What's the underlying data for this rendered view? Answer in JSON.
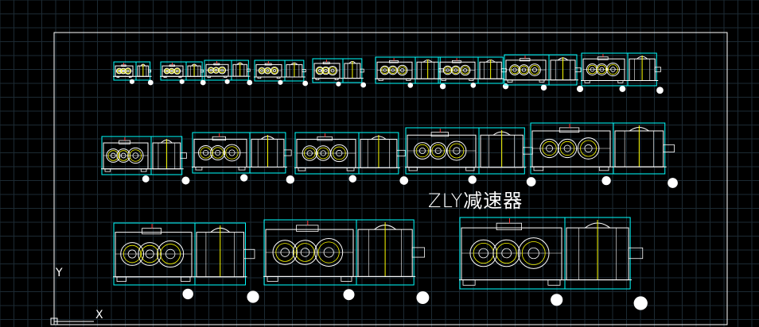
{
  "drawing": {
    "title": "ZLY减速器",
    "axis_labels": {
      "x": "X",
      "y": "Y"
    }
  },
  "colors": {
    "background": "#000000",
    "grid": "#1c2a33",
    "frame": "#ffffff",
    "outline": "#ffffff",
    "dimension": "#00ffff",
    "gear": "#ffff00",
    "accent": "#ff3333"
  }
}
